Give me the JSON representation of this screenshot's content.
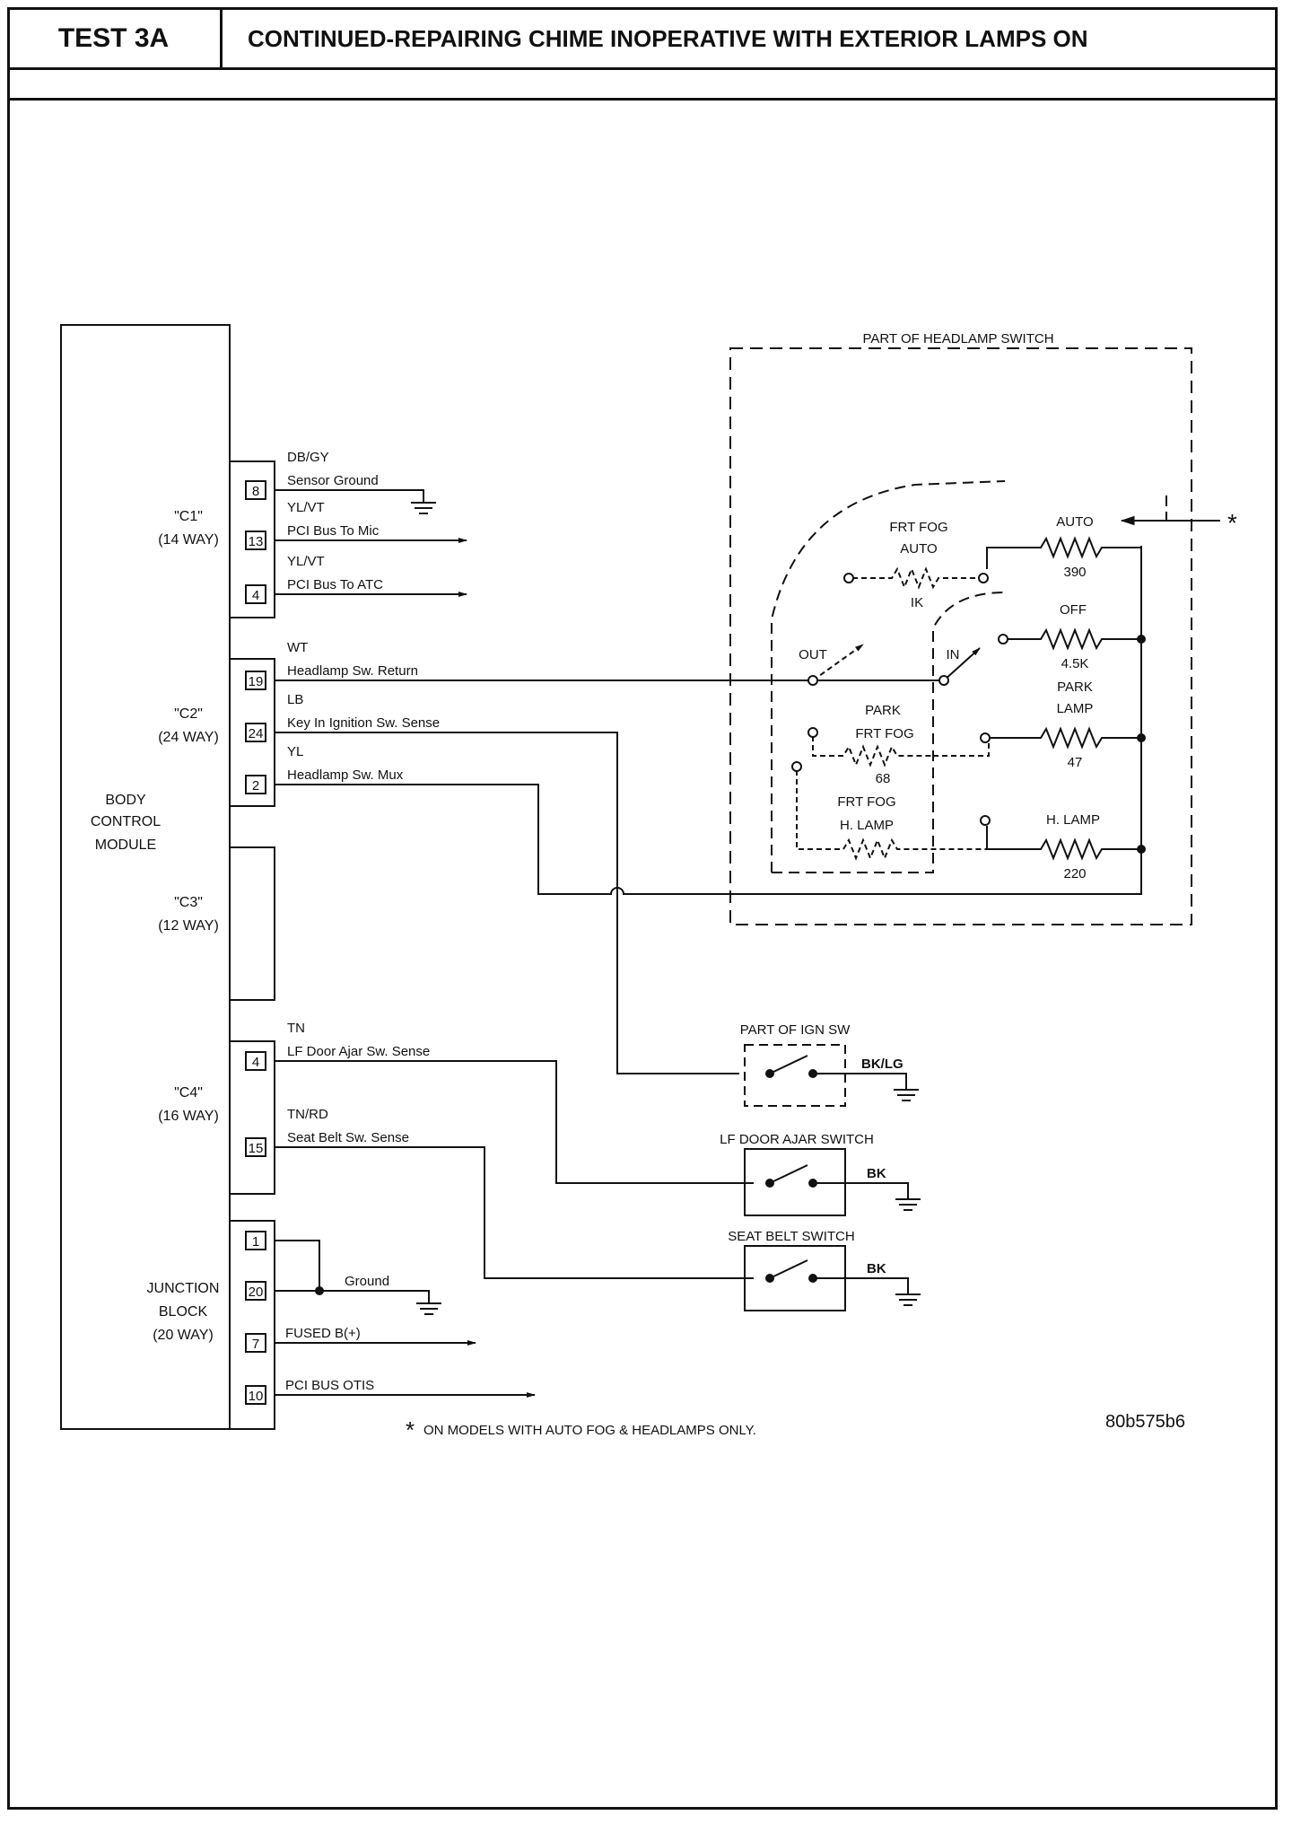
{
  "header": {
    "test_id": "TEST 3A",
    "title": "CONTINUED-REPAIRING CHIME INOPERATIVE WITH EXTERIOR LAMPS ON"
  },
  "module": {
    "name_lines": [
      "BODY",
      "CONTROL",
      "MODULE"
    ],
    "connectors": {
      "c1": {
        "name": "\"C1\"",
        "size": "(14 WAY)"
      },
      "c2": {
        "name": "\"C2\"",
        "size": "(24 WAY)"
      },
      "c3": {
        "name": "\"C3\"",
        "size": "(12 WAY)"
      },
      "c4": {
        "name": "\"C4\"",
        "size": "(16 WAY)"
      },
      "jb": {
        "name_lines": [
          "JUNCTION",
          "BLOCK"
        ],
        "size": "(20 WAY)"
      }
    }
  },
  "circuits": {
    "c1_8": {
      "pin": "8",
      "color": "DB/GY",
      "label": "Sensor Ground"
    },
    "c1_13": {
      "pin": "13",
      "color": "YL/VT",
      "label": "PCI Bus To Mic"
    },
    "c1_4": {
      "pin": "4",
      "color": "YL/VT",
      "label": "PCI Bus To ATC"
    },
    "c2_19": {
      "pin": "19",
      "color": "WT",
      "label": "Headlamp Sw. Return"
    },
    "c2_24": {
      "pin": "24",
      "color": "LB",
      "label": "Key In Ignition Sw. Sense"
    },
    "c2_2": {
      "pin": "2",
      "color": "YL",
      "label": "Headlamp Sw. Mux"
    },
    "c4_4": {
      "pin": "4",
      "color": "TN",
      "label": "LF Door Ajar Sw. Sense"
    },
    "c4_15": {
      "pin": "15",
      "color": "TN/RD",
      "label": "Seat Belt Sw. Sense"
    },
    "jb_1": {
      "pin": "1"
    },
    "jb_20": {
      "pin": "20",
      "label": "Ground"
    },
    "jb_7": {
      "pin": "7",
      "label": "FUSED B(+)"
    },
    "jb_10": {
      "pin": "10",
      "label": "PCI BUS OTIS"
    }
  },
  "headlamp_switch": {
    "title": "PART OF HEADLAMP SWITCH",
    "out_label": "OUT",
    "in_label": "IN",
    "frt_fog_auto": {
      "lines": [
        "FRT FOG",
        "AUTO"
      ],
      "value": "IK"
    },
    "auto": {
      "label": "AUTO",
      "value": "390"
    },
    "off": {
      "label": "OFF",
      "value": "4.5K"
    },
    "park_lamp": {
      "lines": [
        "PARK",
        "LAMP"
      ],
      "value": "47"
    },
    "park_frt_fog": {
      "lines": [
        "PARK",
        "FRT FOG"
      ],
      "value": "68"
    },
    "frt_fog_hlamp": {
      "lines": [
        "FRT FOG",
        "H. LAMP"
      ]
    },
    "h_lamp": {
      "label": "H. LAMP",
      "value": "220"
    },
    "asterisk": "*"
  },
  "switches": {
    "ign": {
      "title": "PART OF IGN SW",
      "wire": "BK/LG"
    },
    "door": {
      "title": "LF DOOR AJAR SWITCH",
      "wire": "BK"
    },
    "belt": {
      "title": "SEAT BELT SWITCH",
      "wire": "BK"
    }
  },
  "footnote": {
    "star": "*",
    "text": "ON MODELS WITH AUTO FOG & HEADLAMPS ONLY."
  },
  "figure_id": "80b575b6"
}
